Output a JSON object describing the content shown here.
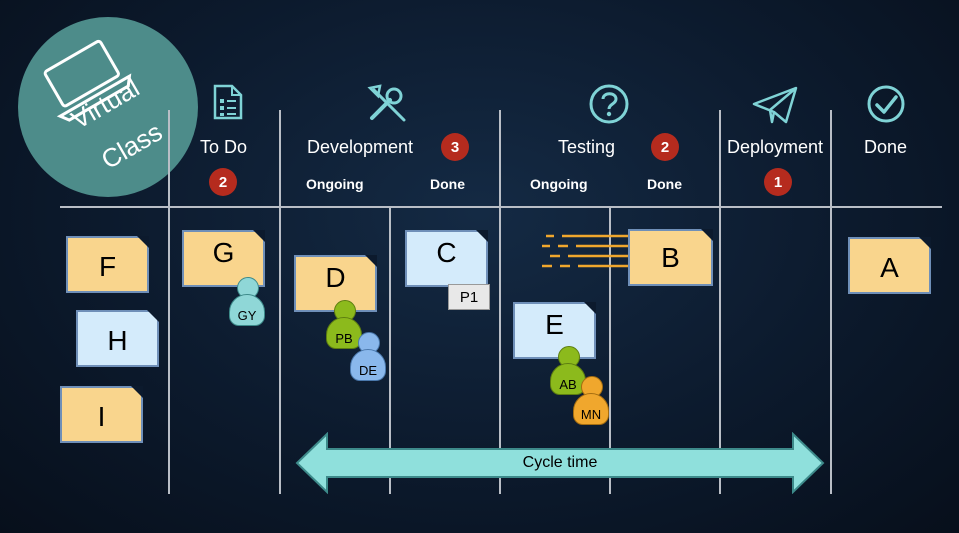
{
  "badge_text": {
    "line1": "Virtual",
    "line2": "Class"
  },
  "columns": {
    "todo": {
      "title": "To Do",
      "wip": "2",
      "icon": "checklist-icon"
    },
    "development": {
      "title": "Development",
      "wip": "3",
      "icon": "tools-icon",
      "sub_ongoing": "Ongoing",
      "sub_done": "Done"
    },
    "testing": {
      "title": "Testing",
      "wip": "2",
      "icon": "question-icon",
      "sub_ongoing": "Ongoing",
      "sub_done": "Done"
    },
    "deployment": {
      "title": "Deployment",
      "wip": "1",
      "icon": "paper-plane-icon"
    },
    "done": {
      "title": "Done",
      "icon": "check-circle-icon"
    }
  },
  "cards": {
    "F": "F",
    "H": "H",
    "I": "I",
    "G": "G",
    "D": "D",
    "C": "C",
    "E": "E",
    "B": "B",
    "A": "A"
  },
  "tags": {
    "c_priority": "P1"
  },
  "people": {
    "gy": "GY",
    "pb": "PB",
    "de": "DE",
    "ab": "AB",
    "mn": "MN"
  },
  "cycle_time": "Cycle time",
  "colors": {
    "card_yellow": "#f9d58d",
    "card_blue": "#d4ebfb",
    "badge_red": "#b52b1e",
    "arrow_fill": "#8fe0dc",
    "icon_teal": "#7fd3d6",
    "circle": "#4d8c8a"
  }
}
